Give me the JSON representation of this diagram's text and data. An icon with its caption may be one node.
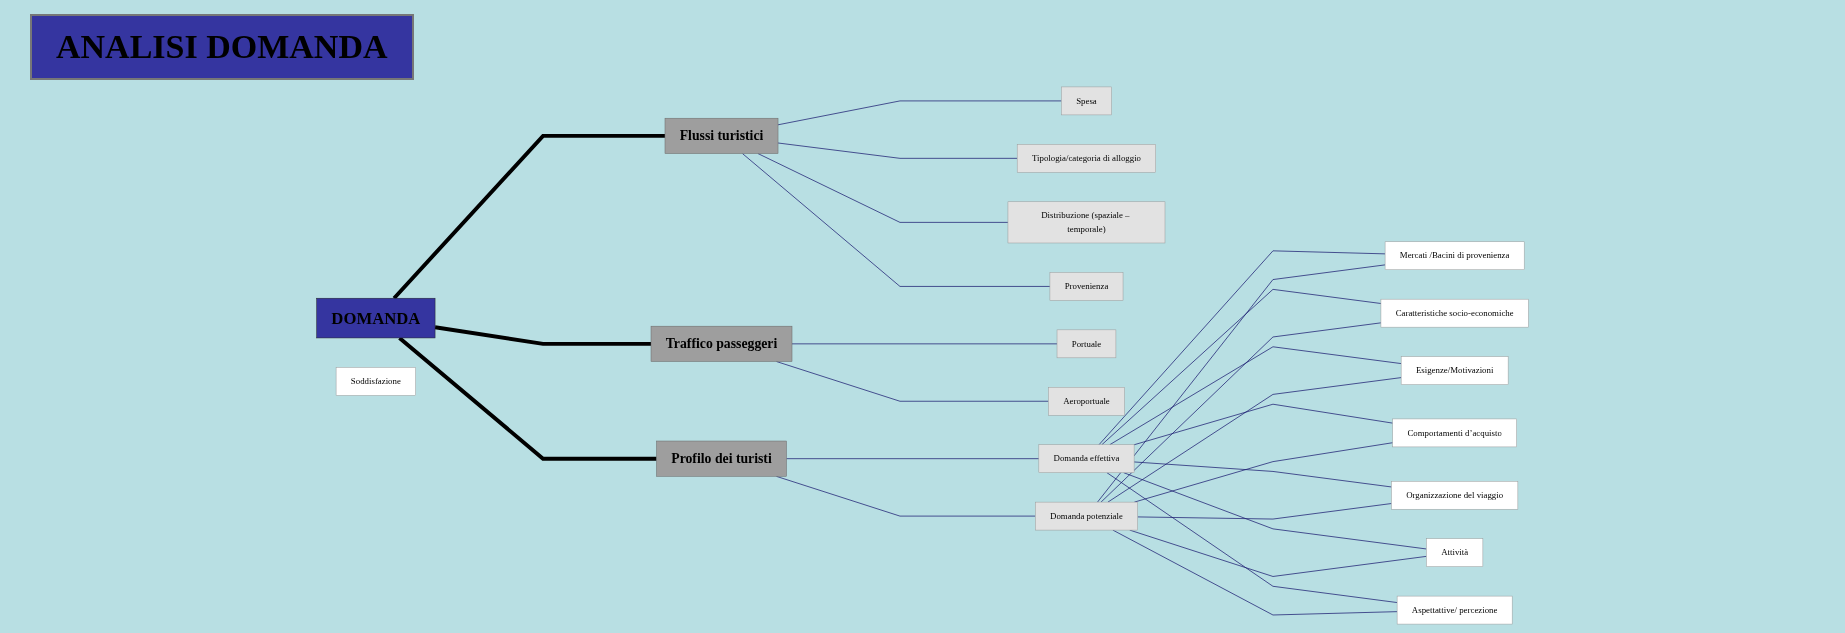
{
  "diagram": {
    "title": "ANALISI DOMANDA",
    "nodes": [
      {
        "text": [
          "DOMANDA"
        ]
      },
      {
        "text": [
          "Flussi turistici"
        ]
      },
      {
        "text": [
          "Traffico passeggeri"
        ]
      },
      {
        "text": [
          "Profilo dei turisti"
        ]
      },
      {
        "text": [
          "Spesa"
        ]
      },
      {
        "text": [
          "Tipologia/categoria di alloggio"
        ]
      },
      {
        "text": [
          "Distribuzione (spaziale – temporale)"
        ]
      },
      {
        "text": [
          "Provenienza"
        ]
      },
      {
        "text": [
          "Portuale"
        ]
      },
      {
        "text": [
          "Aeroportuale"
        ]
      },
      {
        "text": [
          "Domanda effettiva"
        ]
      },
      {
        "text": [
          "Domanda potenziale"
        ]
      },
      {
        "text": [
          "Mercati /Bacini di provenienza"
        ]
      },
      {
        "text": [
          "Caratteristiche socio-economiche"
        ]
      },
      {
        "text": [
          "Esigenze/Motivazioni"
        ]
      },
      {
        "text": [
          "Comportamenti d’acquisto"
        ]
      },
      {
        "text": [
          "Organizzazione del viaggio"
        ]
      },
      {
        "text": [
          "Attività"
        ]
      },
      {
        "text": [
          "Aspettattive/ percezione"
        ]
      },
      {
        "text": [
          "Soddisfazione"
        ]
      }
    ],
    "edges": [
      {
        "from": 0,
        "to": 1,
        "arrow": "none",
        "style": "thick",
        "color": "#000000"
      },
      {
        "from": 0,
        "to": 2,
        "arrow": "none",
        "style": "thick",
        "color": "#000000"
      },
      {
        "from": 0,
        "to": 3,
        "arrow": "none",
        "style": "thick",
        "color": "#000000"
      },
      {
        "from": 1,
        "to": 4,
        "arrow": "none"
      },
      {
        "from": 1,
        "to": 5,
        "arrow": "none"
      },
      {
        "from": 1,
        "to": 6,
        "arrow": "none"
      },
      {
        "from": 1,
        "to": 7,
        "arrow": "none"
      },
      {
        "from": 2,
        "to": 8,
        "arrow": "none"
      },
      {
        "from": 2,
        "to": 9,
        "arrow": "none"
      },
      {
        "from": 3,
        "to": 10,
        "arrow": "none"
      },
      {
        "from": 3,
        "to": 11,
        "arrow": "none"
      },
      {
        "from": 10,
        "to": 12,
        "arrow": "none"
      },
      {
        "from": 10,
        "to": 13,
        "arrow": "none"
      },
      {
        "from": 10,
        "to": 14,
        "arrow": "none"
      },
      {
        "from": 10,
        "to": 15,
        "arrow": "none"
      },
      {
        "from": 10,
        "to": 16,
        "arrow": "none"
      },
      {
        "from": 10,
        "to": 17,
        "arrow": "none"
      },
      {
        "from": 10,
        "to": 18,
        "arrow": "none"
      },
      {
        "from": 11,
        "to": 12,
        "arrow": "none"
      },
      {
        "from": 11,
        "to": 13,
        "arrow": "none"
      },
      {
        "from": 11,
        "to": 14,
        "arrow": "none"
      },
      {
        "from": 11,
        "to": 15,
        "arrow": "none"
      },
      {
        "from": 11,
        "to": 16,
        "arrow": "none"
      },
      {
        "from": 11,
        "to": 17,
        "arrow": "none"
      },
      {
        "from": 11,
        "to": 18,
        "arrow": "none"
      }
    ]
  }
}
